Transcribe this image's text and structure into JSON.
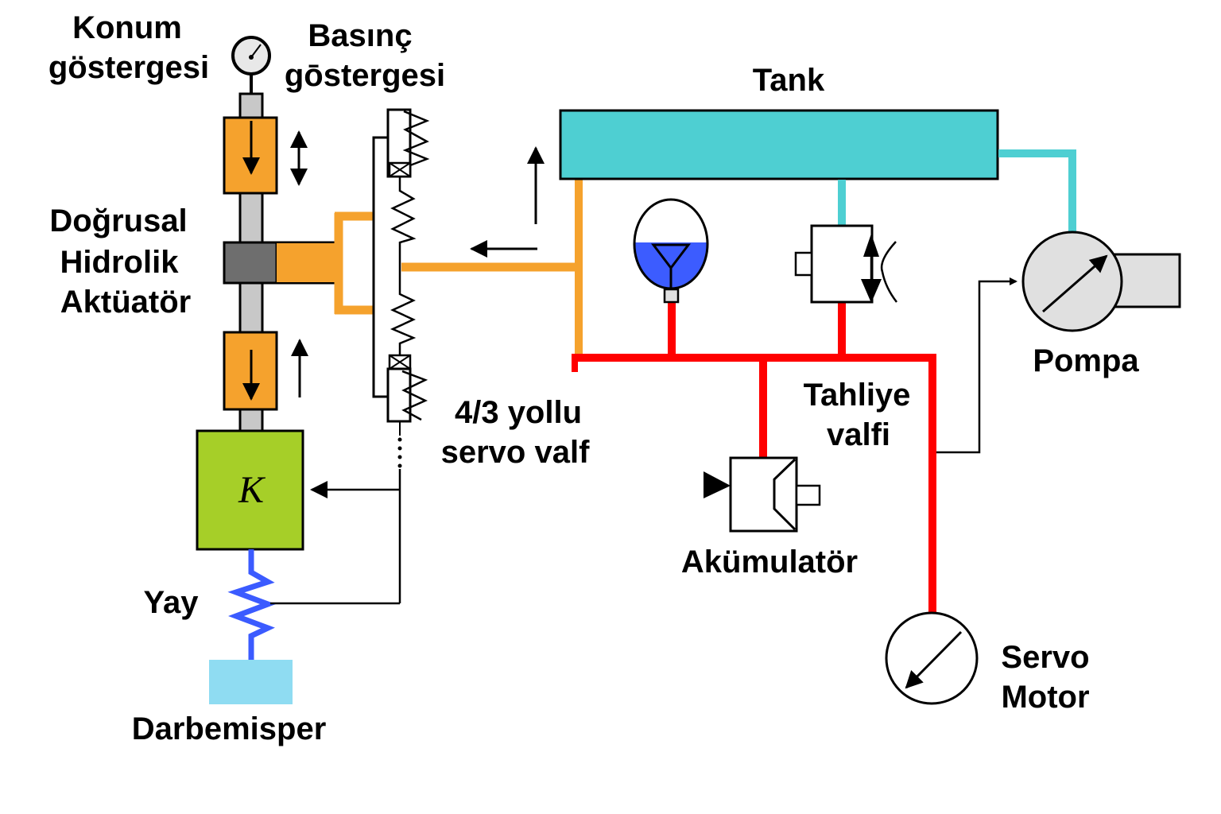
{
  "title": "Hidrolik servo sistem şeması",
  "colors": {
    "orange": "#f5a22d",
    "red": "#ff0000",
    "cyan": "#4ecfd2",
    "green": "#a6cf28",
    "blue_spring": "#3b5bff",
    "accumulator_fluid": "#3c5cff",
    "damper": "#8fdcf2",
    "grey_rod": "#c8c8c8",
    "dark_piston": "#6e6e6e",
    "light_fill": "#e0e0e0"
  },
  "labels": {
    "position_gauge": [
      "Konum",
      "göstergesi"
    ],
    "pressure_gauge": [
      "Basınç",
      "gōstergesi"
    ],
    "tank": "Tank",
    "actuator": [
      "Doğrusal",
      "Hidrolik",
      "Aktüatör"
    ],
    "servo_valve": [
      "4/3 yollu",
      "servo valf"
    ],
    "relief_valve": [
      "Tahliye",
      "valfi"
    ],
    "pump": "Pompa",
    "accumulator": "Akümulatör",
    "servo_motor": [
      "Servo",
      "Motor"
    ],
    "spring": "Yay",
    "damper": "Darbemisper",
    "controller": "K"
  },
  "icons": {
    "gauge": "gauge-icon",
    "pump": "variable-pump-icon",
    "motor": "servo-motor-icon",
    "accumulator": "accumulator-icon",
    "relief_valve": "relief-valve-icon",
    "hydraulic_element": "hydraulic-element-icon"
  }
}
